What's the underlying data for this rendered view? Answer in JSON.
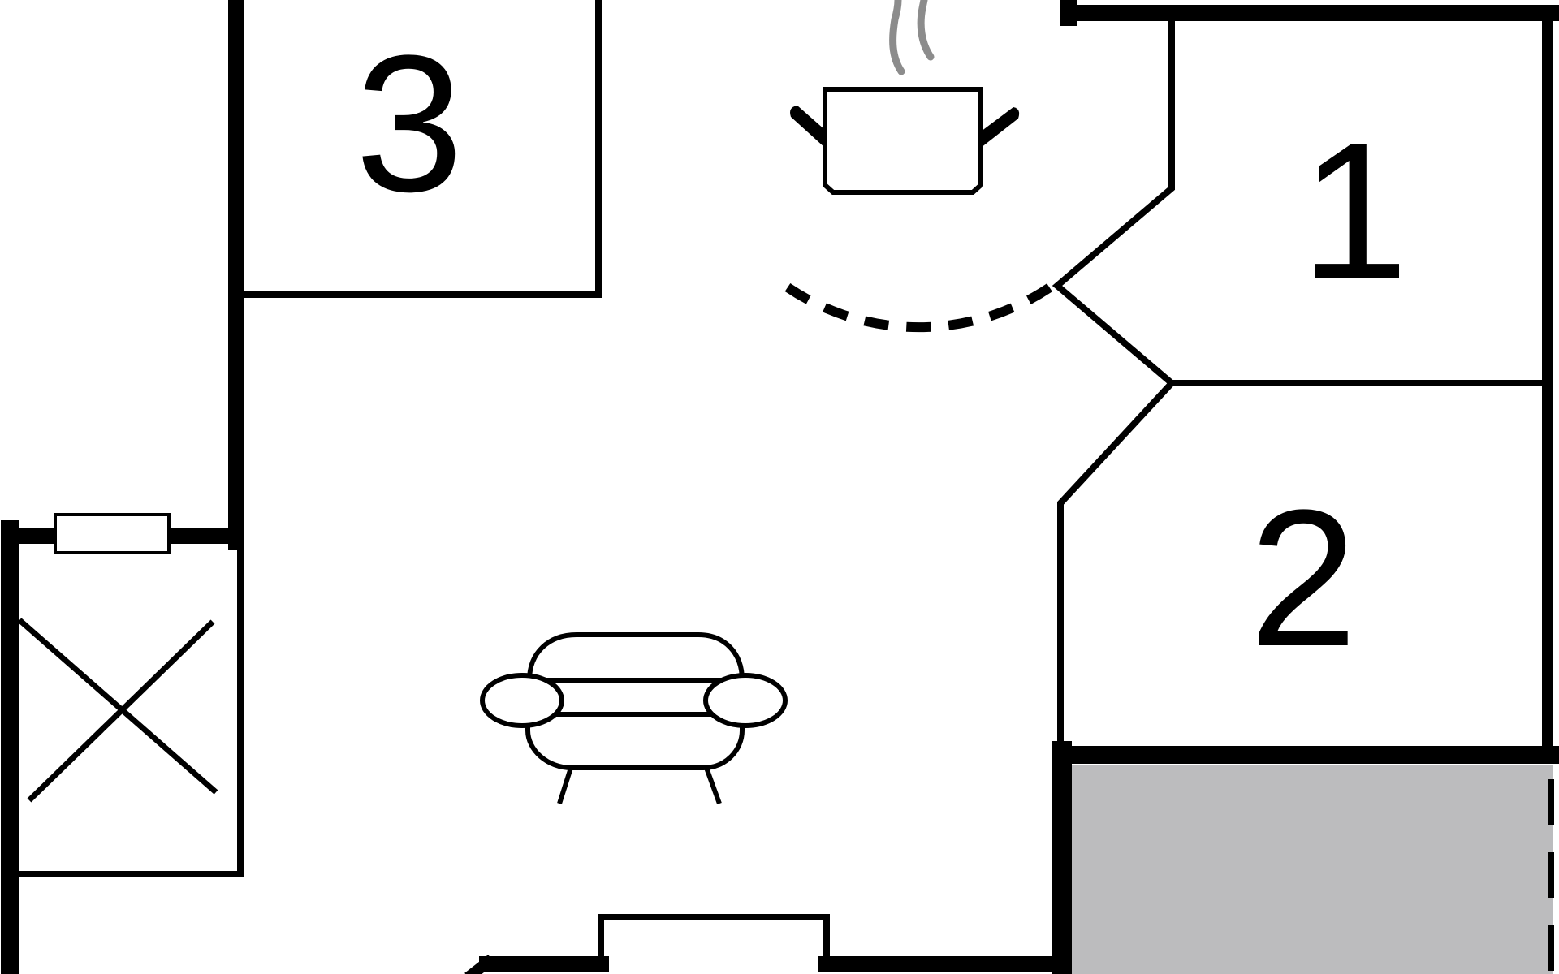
{
  "rooms": [
    {
      "id": "room-1",
      "label": "1"
    },
    {
      "id": "room-2",
      "label": "2"
    },
    {
      "id": "room-3",
      "label": "3"
    }
  ],
  "icons": [
    "kitchen-pot-icon",
    "sofa-icon",
    "stairs-icon",
    "window-icon"
  ],
  "colors": {
    "wall": "#000000",
    "background": "#ffffff",
    "terrace_fill": "#bcbcbe",
    "steam": "#8c8c8c"
  }
}
